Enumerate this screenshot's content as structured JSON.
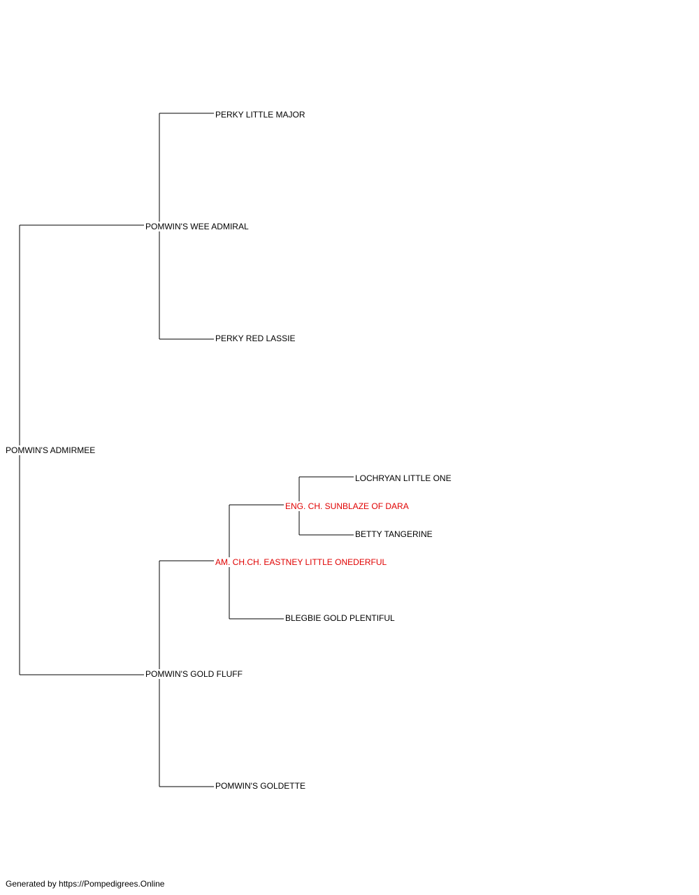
{
  "pedigree": {
    "subject": {
      "name": "POMWIN'S ADMIRMEE",
      "champion": false
    },
    "sire": {
      "name": "POMWIN'S WEE ADMIRAL",
      "champion": false
    },
    "sire_sire": {
      "name": "PERKY LITTLE MAJOR",
      "champion": false
    },
    "sire_dam": {
      "name": "PERKY RED LASSIE",
      "champion": false
    },
    "dam": {
      "name": "POMWIN'S GOLD FLUFF",
      "champion": false
    },
    "dam_sire": {
      "name": "AM. CH.CH. EASTNEY LITTLE ONEDERFUL",
      "champion": true
    },
    "dam_sire_sire": {
      "name": "ENG. CH. SUNBLAZE OF DARA",
      "champion": true
    },
    "dam_sire_sire_sire": {
      "name": "LOCHRYAN LITTLE ONE",
      "champion": false
    },
    "dam_sire_sire_dam": {
      "name": "BETTY TANGERINE",
      "champion": false
    },
    "dam_sire_dam": {
      "name": "BLEGBIE GOLD PLENTIFUL",
      "champion": false
    },
    "dam_dam": {
      "name": "POMWIN'S GOLDETTE",
      "champion": false
    }
  },
  "colors": {
    "champion": "#e00000",
    "normal": "#000000",
    "lines": "#000000"
  },
  "footer": {
    "text": "Generated by https://Pompedigrees.Online"
  }
}
